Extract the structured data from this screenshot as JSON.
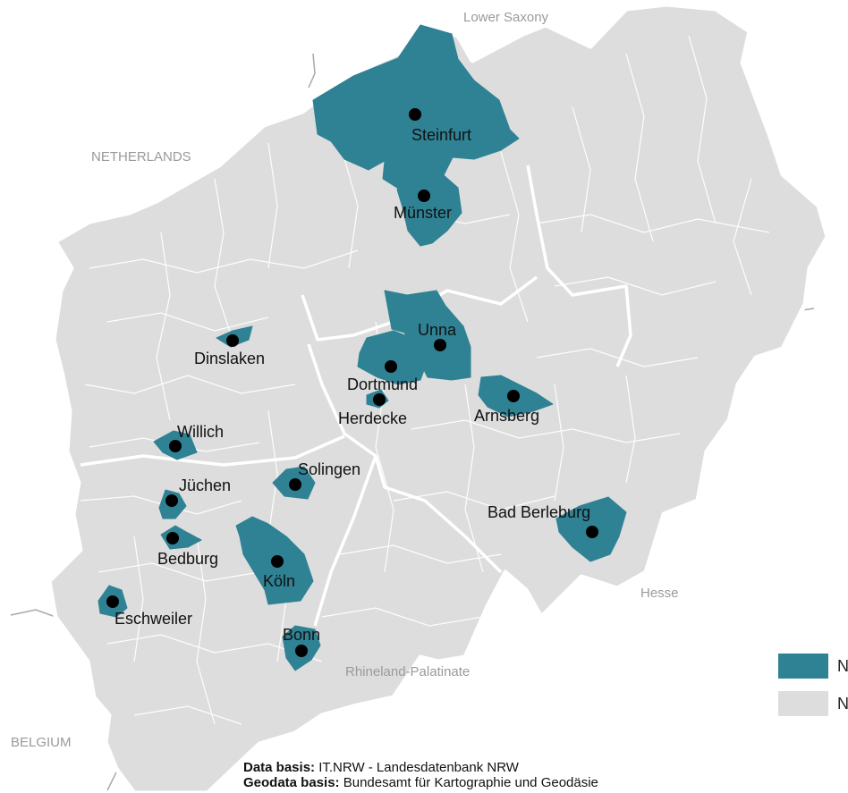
{
  "colors": {
    "highlight": "#2f8294",
    "base": "#dddddd",
    "border": "#ffffff",
    "marker": "#000000",
    "neighbor_line": "#a8a8a8"
  },
  "neighbors": [
    {
      "name": "Lower Saxony"
    },
    {
      "name": "NETHERLANDS"
    },
    {
      "name": "Hesse"
    },
    {
      "name": "Rhineland-Palatinate"
    },
    {
      "name": "BELGIUM"
    }
  ],
  "cities": [
    {
      "name": "Steinfurt"
    },
    {
      "name": "Münster"
    },
    {
      "name": "Unna"
    },
    {
      "name": "Dinslaken"
    },
    {
      "name": "Dortmund"
    },
    {
      "name": "Herdecke"
    },
    {
      "name": "Arnsberg"
    },
    {
      "name": "Willich"
    },
    {
      "name": "Solingen"
    },
    {
      "name": "Jüchen"
    },
    {
      "name": "Bad Berleburg"
    },
    {
      "name": "Bedburg"
    },
    {
      "name": "Köln"
    },
    {
      "name": "Eschweiler"
    },
    {
      "name": "Bonn"
    }
  ],
  "legend": [
    {
      "label": "N",
      "color": "#2f8294"
    },
    {
      "label": "N",
      "color": "#dddddd"
    }
  ],
  "credits": [
    {
      "heading": "Data basis:",
      "text": "IT.NRW - Landesdatenbank NRW"
    },
    {
      "heading": "Geodata basis:",
      "text": "Bundesamt für Kartographie und Geodäsie"
    }
  ]
}
